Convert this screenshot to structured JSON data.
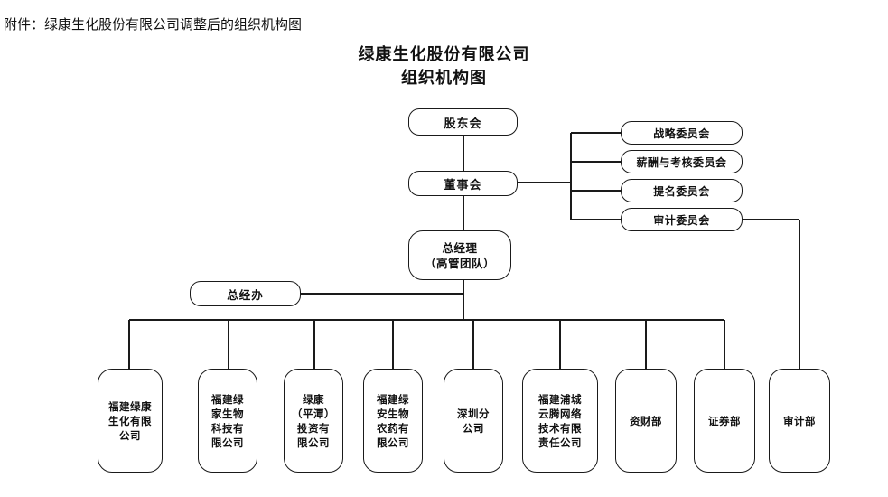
{
  "document": {
    "attachment_line": "附件：绿康生化股份有限公司调整后的组织机构图",
    "title_line1": "绿康生化股份有限公司",
    "title_line2": "组织机构图"
  },
  "theme": {
    "background": "#ffffff",
    "line_color": "#1a1a1a",
    "text_color": "#111111"
  },
  "chart_data": {
    "type": "diagram",
    "diagram_kind": "organization-chart",
    "title": "绿康生化股份有限公司 组织机构图",
    "nodes": [
      {
        "id": "shareholders",
        "label": "股东会",
        "level": 1
      },
      {
        "id": "board",
        "label": "董事会",
        "level": 2
      },
      {
        "id": "gm_line1",
        "label": "总经理",
        "level": 3
      },
      {
        "id": "gm_line2",
        "label": "（高管团队）",
        "level": 3
      },
      {
        "id": "gm_office",
        "label": "总经办",
        "level": 4
      }
    ],
    "committees": [
      {
        "id": "strategy",
        "label": "战略委员会"
      },
      {
        "id": "compensation",
        "label": "薪酬与考核委员会"
      },
      {
        "id": "nomination",
        "label": "提名委员会"
      },
      {
        "id": "audit_comm",
        "label": "审计委员会"
      }
    ],
    "departments": [
      {
        "id": "dep1",
        "lines": [
          "福建绿康",
          "生化有限",
          "公司"
        ]
      },
      {
        "id": "dep2",
        "lines": [
          "福建绿",
          "家生物",
          "科技有",
          "限公司"
        ]
      },
      {
        "id": "dep3",
        "lines": [
          "绿康",
          "（平潭）",
          "投资有",
          "限公司"
        ]
      },
      {
        "id": "dep4",
        "lines": [
          "福建绿",
          "安生物",
          "农药有",
          "限公司"
        ]
      },
      {
        "id": "dep5",
        "lines": [
          "深圳分",
          "公司"
        ]
      },
      {
        "id": "dep6",
        "lines": [
          "福建浦城",
          "云腾网络",
          "技术有限",
          "责任公司"
        ]
      },
      {
        "id": "dep7",
        "lines": [
          "资财部"
        ]
      },
      {
        "id": "dep8",
        "lines": [
          "证券部"
        ]
      },
      {
        "id": "dep9",
        "lines": [
          "审计部"
        ]
      }
    ],
    "edges": [
      {
        "from": "shareholders",
        "to": "board"
      },
      {
        "from": "board",
        "to": "gm"
      },
      {
        "from": "board",
        "to": "strategy"
      },
      {
        "from": "board",
        "to": "compensation"
      },
      {
        "from": "board",
        "to": "nomination"
      },
      {
        "from": "board",
        "to": "audit_comm"
      },
      {
        "from": "gm",
        "to": "gm_office"
      },
      {
        "from": "gm",
        "to": "dep1"
      },
      {
        "from": "gm",
        "to": "dep2"
      },
      {
        "from": "gm",
        "to": "dep3"
      },
      {
        "from": "gm",
        "to": "dep4"
      },
      {
        "from": "gm",
        "to": "dep5"
      },
      {
        "from": "gm",
        "to": "dep6"
      },
      {
        "from": "gm",
        "to": "dep7"
      },
      {
        "from": "gm",
        "to": "dep8"
      },
      {
        "from": "audit_comm",
        "to": "dep9"
      }
    ]
  }
}
